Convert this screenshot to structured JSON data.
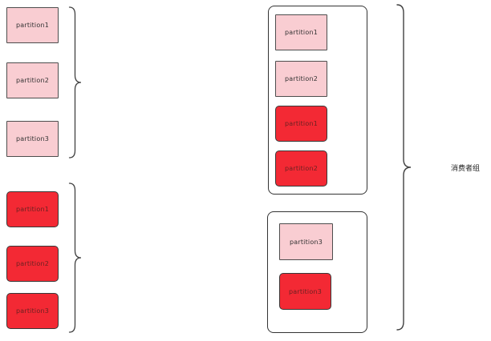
{
  "topic_pink": {
    "partitions": [
      "partition1",
      "partition2",
      "partition3"
    ]
  },
  "topic_red": {
    "partitions": [
      "partition1",
      "partition2",
      "partition3"
    ]
  },
  "consumer_group": {
    "label": "消费者组",
    "consumer_a": {
      "boxes": [
        {
          "label": "partition1",
          "color": "pink"
        },
        {
          "label": "partition2",
          "color": "pink"
        },
        {
          "label": "partition1",
          "color": "red"
        },
        {
          "label": "partition2",
          "color": "red"
        }
      ]
    },
    "consumer_b": {
      "boxes": [
        {
          "label": "partition3",
          "color": "pink"
        },
        {
          "label": "partition3",
          "color": "red"
        }
      ]
    }
  },
  "colors": {
    "pink_fill": "#f9cdd2",
    "red_fill": "#f32934",
    "box_border": "#4d4d4d",
    "container_border": "#333333",
    "brace_stroke": "#404040"
  }
}
